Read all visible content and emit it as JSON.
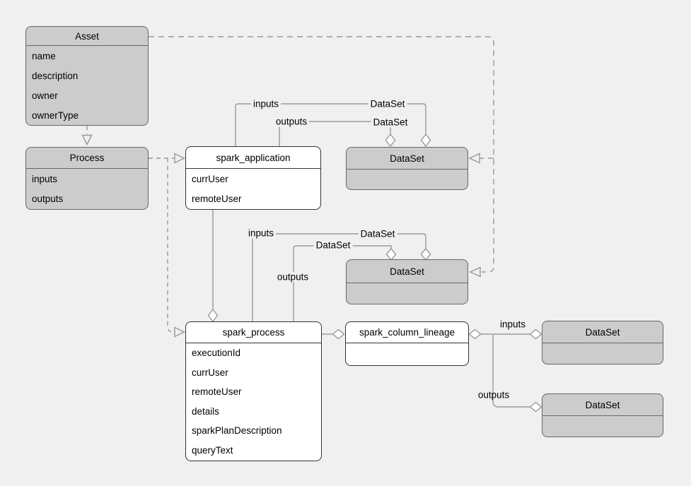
{
  "colors": {
    "background": "#f0f0f0",
    "node_fill_gray": "#cccccc",
    "node_fill_white": "#ffffff",
    "node_border_gray": "#666666",
    "node_border_dark": "#333333",
    "connector": "#999999",
    "text": "#000000"
  },
  "entities": {
    "asset": {
      "title": "Asset",
      "attrs": [
        "name",
        "description",
        "owner",
        "ownerType"
      ]
    },
    "process": {
      "title": "Process",
      "attrs": [
        "inputs",
        "outputs"
      ]
    },
    "spark_application": {
      "title": "spark_application",
      "attrs": [
        "currUser",
        "remoteUser"
      ]
    },
    "dataset_top": {
      "title": "DataSet"
    },
    "dataset_middle": {
      "title": "DataSet"
    },
    "spark_process": {
      "title": "spark_process",
      "attrs": [
        "executionId",
        "currUser",
        "remoteUser",
        "details",
        "sparkPlanDescription",
        "queryText"
      ]
    },
    "spark_column_lineage": {
      "title": "spark_column_lineage"
    },
    "dataset_inputs": {
      "title": "DataSet"
    },
    "dataset_outputs": {
      "title": "DataSet"
    }
  },
  "edge_labels": {
    "app_inputs": "inputs",
    "app_inputs_dataset": "DataSet",
    "app_outputs": "outputs",
    "app_outputs_dataset": "DataSet",
    "process_inputs": "inputs",
    "process_inputs_dataset": "DataSet",
    "process_outputs": "outputs",
    "process_outputs_dataset": "DataSet",
    "lineage_inputs": "inputs",
    "lineage_outputs": "outputs"
  }
}
